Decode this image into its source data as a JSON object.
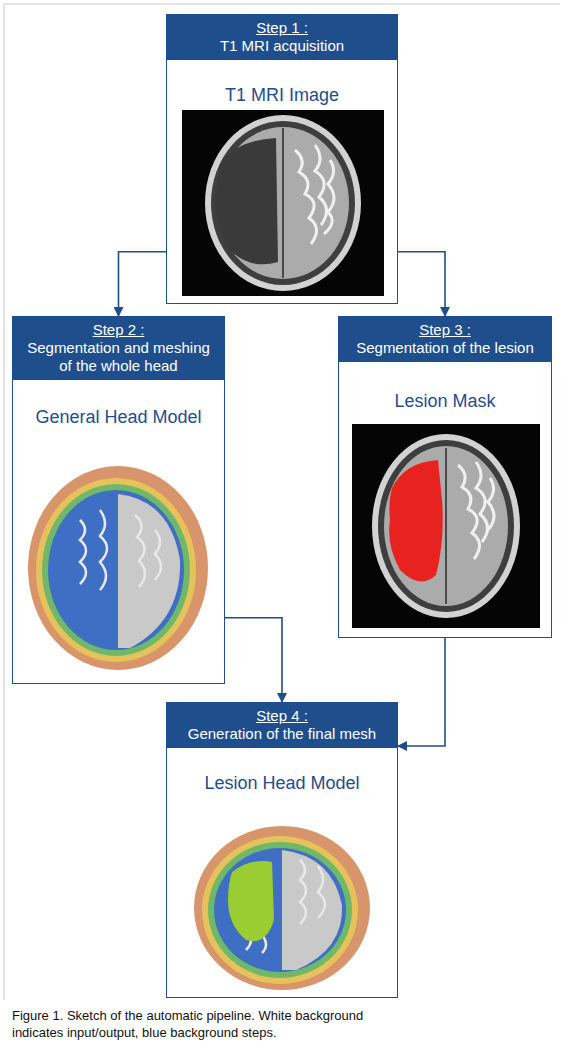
{
  "diagram": {
    "caption": "Figure 1. Sketch of the automatic pipeline. White background indicates input/output, blue background steps.",
    "nodes": [
      {
        "text": [
          "Step 1 :",
          "T1 MRI acquisition",
          "T1 MRI Image"
        ]
      },
      {
        "text": [
          "Step 2 :",
          "Segmentation and meshing of the whole head",
          "General Head Model"
        ]
      },
      {
        "text": [
          "Step 3 :",
          "Segmentation of the lesion",
          "Lesion Mask"
        ]
      },
      {
        "text": [
          "Step 4 :",
          "Generation of the final mesh",
          "Lesion Head Model"
        ]
      }
    ],
    "edges": [
      {
        "from": 0,
        "to": 1,
        "arrow": "to"
      },
      {
        "from": 0,
        "to": 2,
        "arrow": "to"
      },
      {
        "from": 1,
        "to": 3,
        "arrow": "to"
      },
      {
        "from": 2,
        "to": 3,
        "arrow": "to"
      }
    ]
  }
}
